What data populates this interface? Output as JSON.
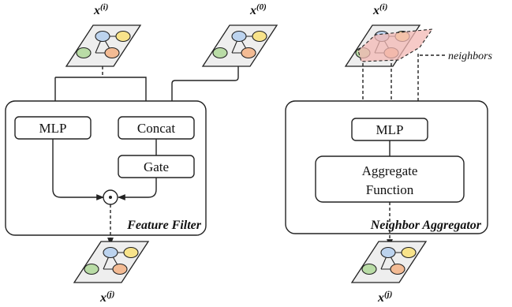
{
  "graphs": {
    "left_input_label": "x",
    "left_input_sup": "(i)",
    "initial_label": "x",
    "initial_sup": "(0)",
    "left_output_label": "x",
    "left_output_sup": "(j)",
    "right_input_label": "x",
    "right_input_sup": "(i)",
    "right_output_label": "x",
    "right_output_sup": "(j)"
  },
  "feature_filter": {
    "title": "Feature Filter",
    "mlp_label": "MLP",
    "concat_label": "Concat",
    "gate_label": "Gate",
    "product_symbol": "⊙"
  },
  "neighbor_aggregator": {
    "title": "Neighbor Aggregator",
    "mlp_label": "MLP",
    "aggregate_line1": "Aggregate",
    "aggregate_line2": "Function",
    "neighbors_note": "neighbors"
  },
  "colors": {
    "node_blue": "#bcd3ee",
    "node_yellow": "#f8e38a",
    "node_green": "#b9dca6",
    "node_orange": "#f3bb94",
    "node_tan": "#d9c79e",
    "neighbor_highlight": "#f3b8b4",
    "plane": "#eeeeee"
  }
}
